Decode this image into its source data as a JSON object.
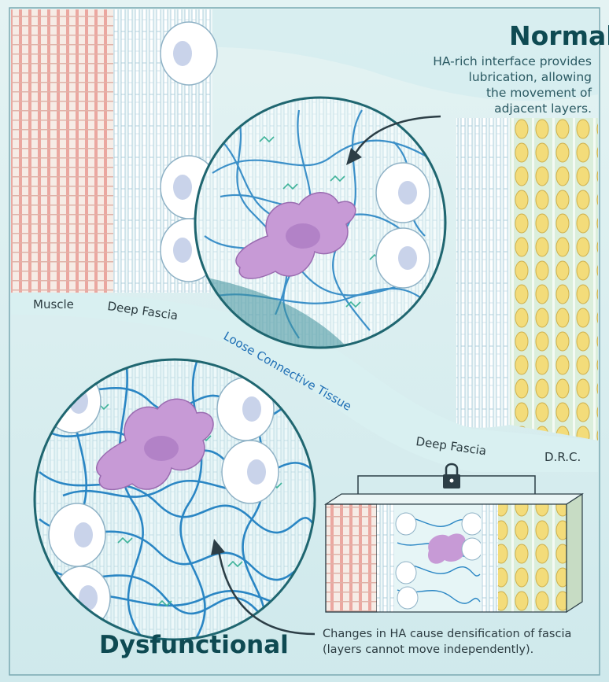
{
  "normal_panel": {
    "title": "Normal",
    "description_lines": [
      "HA-rich interface provides",
      "lubrication, allowing",
      "the movement of",
      "adjacent layers."
    ]
  },
  "layer_labels": {
    "muscle": "Muscle",
    "deep_fascia_upper": "Deep Fascia",
    "loose_connective_tissue": "Loose Connective Tissue",
    "deep_fascia_lower": "Deep Fascia",
    "drc": "D.R.C."
  },
  "dysfunctional_panel": {
    "title": "Dysfunctional",
    "description_lines": [
      "Changes in HA cause densification of fascia",
      "(layers cannot move independently)."
    ]
  },
  "colors": {
    "title": "#0e4a52",
    "tissue_label": "#1f6fb5",
    "hyaluronan_fiber": "#2a86c4",
    "fibroblast": "#c79ad6",
    "muscle_stripe": "#e9a6a0",
    "adipocyte": "#f2d66a",
    "lock": "#2c3e46"
  },
  "icons": [
    "padlock-icon",
    "curved-arrow-icon"
  ]
}
